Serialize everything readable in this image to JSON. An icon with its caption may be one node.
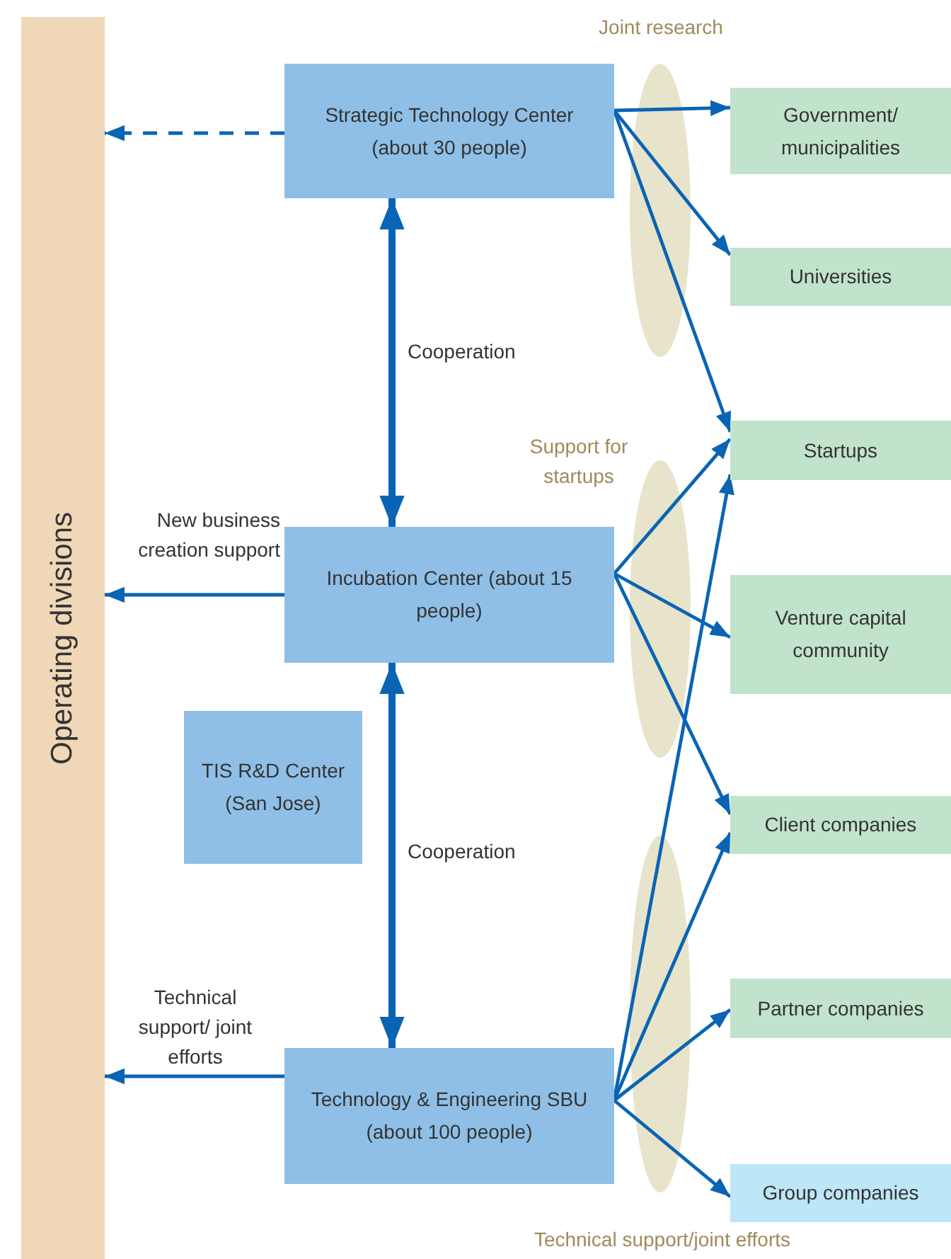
{
  "diagram": {
    "nodes": [
      {
        "text": [
          "Operating divisions"
        ]
      },
      {
        "text": [
          "Strategic Technology Center (about 30 people)"
        ]
      },
      {
        "text": [
          "Incubation Center (about 15 people)"
        ]
      },
      {
        "text": [
          "TIS R&D Center (San Jose)"
        ]
      },
      {
        "text": [
          "Technology & Engineering SBU (about 100 people)"
        ]
      },
      {
        "text": [
          "Government/ municipalities"
        ]
      },
      {
        "text": [
          "Universities"
        ]
      },
      {
        "text": [
          "Startups"
        ]
      },
      {
        "text": [
          "Venture capital community"
        ]
      },
      {
        "text": [
          "Client companies"
        ]
      },
      {
        "text": [
          "Partner companies"
        ]
      },
      {
        "text": [
          "Group companies"
        ]
      }
    ],
    "labels": [
      "Joint research",
      "Support for startups",
      "Technical support/joint efforts"
    ],
    "edges": [
      {
        "from": 1,
        "to": 0,
        "arrow": "to",
        "style": "dashed"
      },
      {
        "from": 2,
        "to": 1,
        "arrow": "both",
        "style": "thick",
        "label": "Cooperation"
      },
      {
        "from": 4,
        "to": 2,
        "arrow": "both",
        "style": "thick",
        "label": "Cooperation"
      },
      {
        "from": 2,
        "to": 0,
        "arrow": "to",
        "label": "New business creation support"
      },
      {
        "from": 4,
        "to": 0,
        "arrow": "to",
        "label": "Technical support/ joint efforts"
      },
      {
        "from": 1,
        "to": 5,
        "arrow": "to"
      },
      {
        "from": 1,
        "to": 6,
        "arrow": "to"
      },
      {
        "from": 1,
        "to": 7,
        "arrow": "to"
      },
      {
        "from": 2,
        "to": 7,
        "arrow": "to"
      },
      {
        "from": 2,
        "to": 8,
        "arrow": "to"
      },
      {
        "from": 2,
        "to": 9,
        "arrow": "to"
      },
      {
        "from": 4,
        "to": 7,
        "arrow": "to"
      },
      {
        "from": 4,
        "to": 9,
        "arrow": "to"
      },
      {
        "from": 4,
        "to": 10,
        "arrow": "to"
      },
      {
        "from": 4,
        "to": 11,
        "arrow": "to"
      }
    ]
  }
}
